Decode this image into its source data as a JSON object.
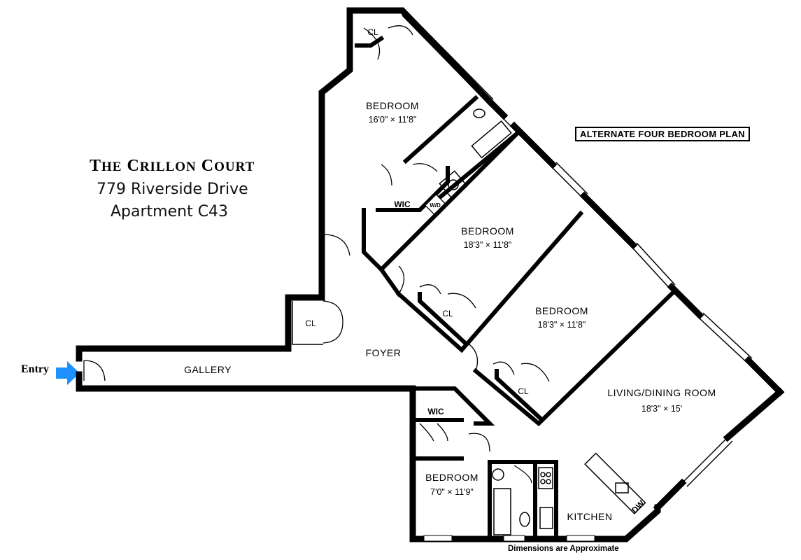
{
  "building": {
    "name": "The Crillon Court",
    "name_first_letter_1": "T",
    "name_rest_1": "HE",
    "name_first_letter_2": "C",
    "name_rest_2": "RILLON",
    "name_first_letter_3": "C",
    "name_rest_3": "OURT",
    "address": "779 Riverside Drive",
    "apartment": "Apartment C43"
  },
  "plan_label": "ALTERNATE FOUR BEDROOM PLAN",
  "entry_label": "Entry",
  "footnote": "Dimensions are Approximate",
  "rooms": {
    "bedroom1": {
      "name": "BEDROOM",
      "dims": "16'0\" × 11'8\""
    },
    "bedroom2": {
      "name": "BEDROOM",
      "dims": "18'3\" × 11'8\""
    },
    "bedroom3": {
      "name": "BEDROOM",
      "dims": "18'3\" × 11'8\""
    },
    "bedroom4": {
      "name": "BEDROOM",
      "dims": "7'0\" × 11'9\""
    },
    "living": {
      "name": "LIVING/DINING ROOM",
      "dims": "18'3\" × 15'"
    },
    "kitchen": {
      "name": "KITCHEN"
    },
    "foyer": {
      "name": "FOYER"
    },
    "gallery": {
      "name": "GALLERY"
    }
  },
  "closets": {
    "cl_top": "CL",
    "cl_foyer": "CL",
    "cl_bed2": "CL",
    "cl_bed3": "CL",
    "wic_bed1": "WIC",
    "wic_bed4": "WIC",
    "wd": "W/D",
    "dw": "DW"
  },
  "colors": {
    "wall": "#000000",
    "entry_arrow": "#1e90ff",
    "background": "#ffffff"
  }
}
